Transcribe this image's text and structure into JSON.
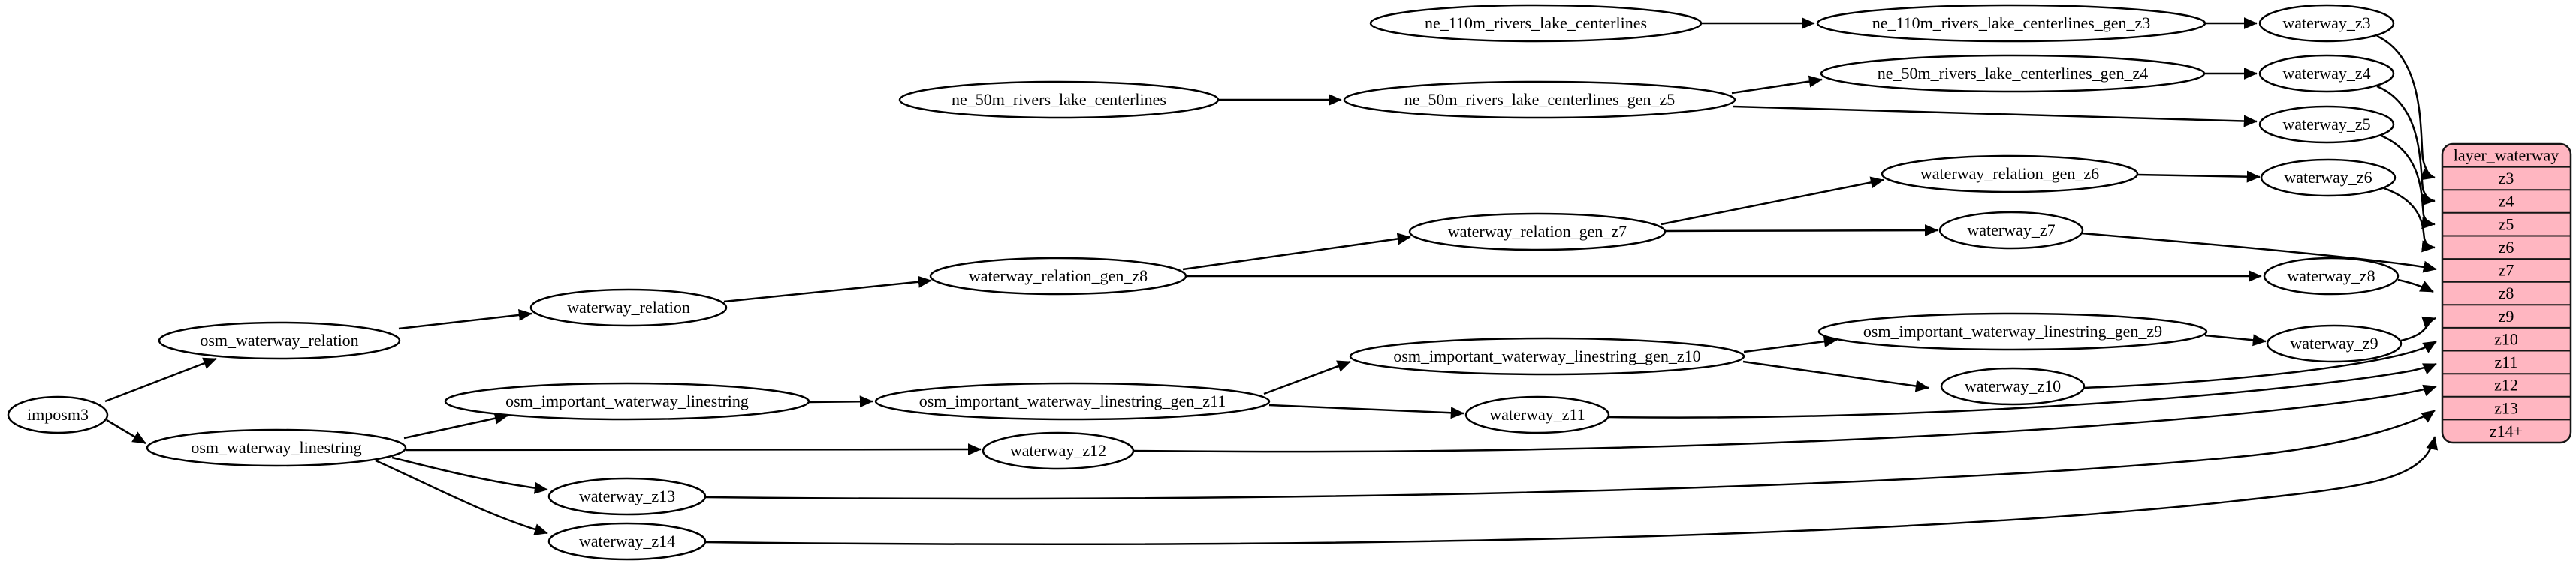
{
  "diagram": {
    "kind": "graphviz-etl-flow",
    "background": "#ffffff",
    "node_style": {
      "fill": "#ffffff",
      "stroke": "#000000"
    },
    "nodes": {
      "imposm3": "imposm3",
      "osm_waterway_relation": "osm_waterway_relation",
      "osm_waterway_linestring": "osm_waterway_linestring",
      "waterway_relation": "waterway_relation",
      "osm_important_waterway_linestring": "osm_important_waterway_linestring",
      "waterway_z13": "waterway_z13",
      "waterway_z14": "waterway_z14",
      "ne_50m_rivers_lake_centerlines": "ne_50m_rivers_lake_centerlines",
      "waterway_relation_gen_z8": "waterway_relation_gen_z8",
      "osm_important_waterway_linestring_gen_z11": "osm_important_waterway_linestring_gen_z11",
      "waterway_z12": "waterway_z12",
      "ne_110m_rivers_lake_centerlines": "ne_110m_rivers_lake_centerlines",
      "ne_50m_rivers_lake_centerlines_gen_z5": "ne_50m_rivers_lake_centerlines_gen_z5",
      "waterway_relation_gen_z7": "waterway_relation_gen_z7",
      "osm_important_waterway_linestring_gen_z10": "osm_important_waterway_linestring_gen_z10",
      "waterway_z11": "waterway_z11",
      "ne_110m_rivers_lake_centerlines_gen_z3": "ne_110m_rivers_lake_centerlines_gen_z3",
      "ne_50m_rivers_lake_centerlines_gen_z4": "ne_50m_rivers_lake_centerlines_gen_z4",
      "waterway_relation_gen_z6": "waterway_relation_gen_z6",
      "waterway_z7": "waterway_z7",
      "osm_important_waterway_linestring_gen_z9": "osm_important_waterway_linestring_gen_z9",
      "waterway_z10": "waterway_z10",
      "waterway_z3": "waterway_z3",
      "waterway_z4": "waterway_z4",
      "waterway_z5": "waterway_z5",
      "waterway_z6": "waterway_z6",
      "waterway_z8": "waterway_z8",
      "waterway_z9": "waterway_z9"
    },
    "table": {
      "title": "layer_waterway",
      "fill": "#ffb6c1",
      "stroke": "#151515",
      "rows": [
        "z3",
        "z4",
        "z5",
        "z6",
        "z7",
        "z8",
        "z9",
        "z10",
        "z11",
        "z12",
        "z13",
        "z14+"
      ]
    },
    "edges": [
      [
        "imposm3",
        "osm_waterway_relation"
      ],
      [
        "imposm3",
        "osm_waterway_linestring"
      ],
      [
        "osm_waterway_relation",
        "waterway_relation"
      ],
      [
        "waterway_relation",
        "waterway_relation_gen_z8"
      ],
      [
        "waterway_relation_gen_z8",
        "waterway_relation_gen_z7"
      ],
      [
        "waterway_relation_gen_z8",
        "waterway_z8"
      ],
      [
        "waterway_relation_gen_z7",
        "waterway_relation_gen_z6"
      ],
      [
        "waterway_relation_gen_z7",
        "waterway_z7"
      ],
      [
        "waterway_relation_gen_z6",
        "waterway_z6"
      ],
      [
        "osm_waterway_linestring",
        "osm_important_waterway_linestring"
      ],
      [
        "osm_waterway_linestring",
        "waterway_z12"
      ],
      [
        "osm_waterway_linestring",
        "waterway_z13"
      ],
      [
        "osm_waterway_linestring",
        "waterway_z14"
      ],
      [
        "osm_important_waterway_linestring",
        "osm_important_waterway_linestring_gen_z11"
      ],
      [
        "osm_important_waterway_linestring_gen_z11",
        "osm_important_waterway_linestring_gen_z10"
      ],
      [
        "osm_important_waterway_linestring_gen_z11",
        "waterway_z11"
      ],
      [
        "osm_important_waterway_linestring_gen_z10",
        "osm_important_waterway_linestring_gen_z9"
      ],
      [
        "osm_important_waterway_linestring_gen_z10",
        "waterway_z10"
      ],
      [
        "osm_important_waterway_linestring_gen_z9",
        "waterway_z9"
      ],
      [
        "ne_110m_rivers_lake_centerlines",
        "ne_110m_rivers_lake_centerlines_gen_z3"
      ],
      [
        "ne_110m_rivers_lake_centerlines_gen_z3",
        "waterway_z3"
      ],
      [
        "ne_50m_rivers_lake_centerlines",
        "ne_50m_rivers_lake_centerlines_gen_z5"
      ],
      [
        "ne_50m_rivers_lake_centerlines_gen_z5",
        "ne_50m_rivers_lake_centerlines_gen_z4"
      ],
      [
        "ne_50m_rivers_lake_centerlines_gen_z5",
        "waterway_z5"
      ],
      [
        "ne_50m_rivers_lake_centerlines_gen_z4",
        "waterway_z4"
      ],
      [
        "waterway_z3",
        "layer_waterway:z3"
      ],
      [
        "waterway_z4",
        "layer_waterway:z4"
      ],
      [
        "waterway_z5",
        "layer_waterway:z5"
      ],
      [
        "waterway_z6",
        "layer_waterway:z6"
      ],
      [
        "waterway_z7",
        "layer_waterway:z7"
      ],
      [
        "waterway_z8",
        "layer_waterway:z8"
      ],
      [
        "waterway_z9",
        "layer_waterway:z9"
      ],
      [
        "waterway_z10",
        "layer_waterway:z10"
      ],
      [
        "waterway_z11",
        "layer_waterway:z11"
      ],
      [
        "waterway_z12",
        "layer_waterway:z12"
      ],
      [
        "waterway_z13",
        "layer_waterway:z13"
      ],
      [
        "waterway_z14",
        "layer_waterway:z14+"
      ]
    ]
  }
}
